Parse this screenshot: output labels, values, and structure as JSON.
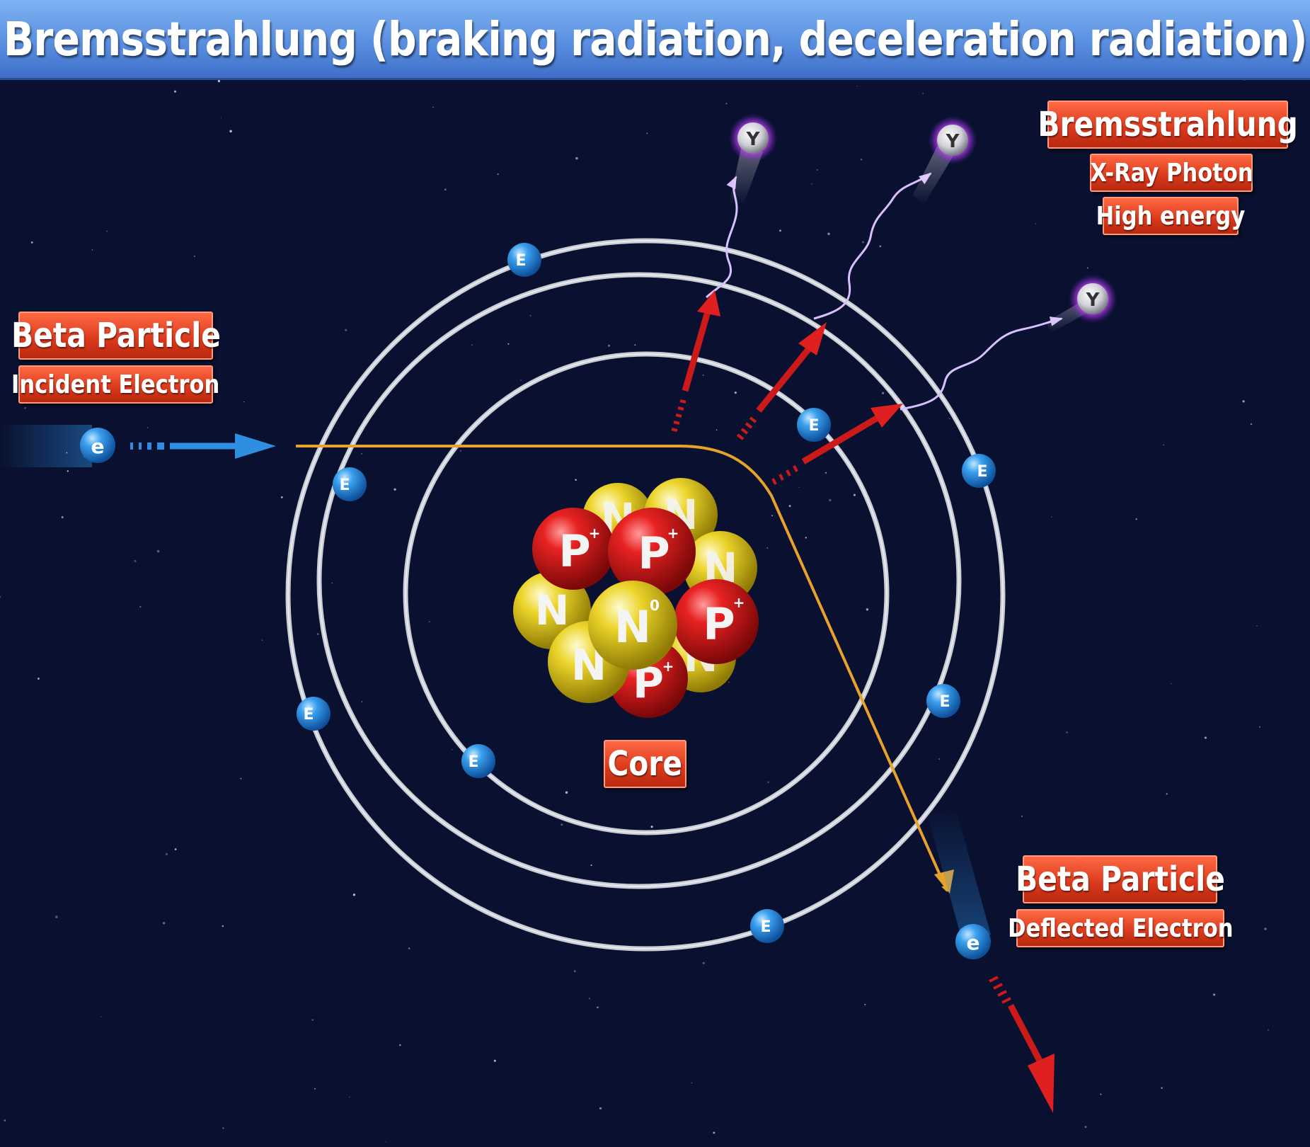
{
  "title": "Bremsstrahlung (braking radiation, deceleration radiation)",
  "labels": {
    "bremsstrahlung": "Bremsstrahlung",
    "xray_photon": "X-Ray Photon",
    "high_energy": "High energy",
    "incident_title": "Beta Particle",
    "incident_sub": "Incident Electron",
    "deflected_title": "Beta Particle",
    "deflected_sub": "Deflected Electron",
    "core": "Core"
  },
  "glyphs": {
    "orbital_electron": "E",
    "beta_electron": "e",
    "photon": "Y",
    "proton": "P",
    "neutron": "N",
    "proton_charge": "+",
    "neutron_charge": "0"
  },
  "colors": {
    "background": "#0a1130",
    "title_bar": "#5a8fe0",
    "label_red": "#d9381b",
    "electron_blue": "#2e8fe0",
    "proton_red": "#d41a1a",
    "neutron_yellow": "#e8cf20",
    "photon_glow": "#c23cff",
    "trajectory_orange": "#e6a22a",
    "force_arrow_red": "#cc1a1a",
    "orbit_silver": "#c8cdd6"
  }
}
